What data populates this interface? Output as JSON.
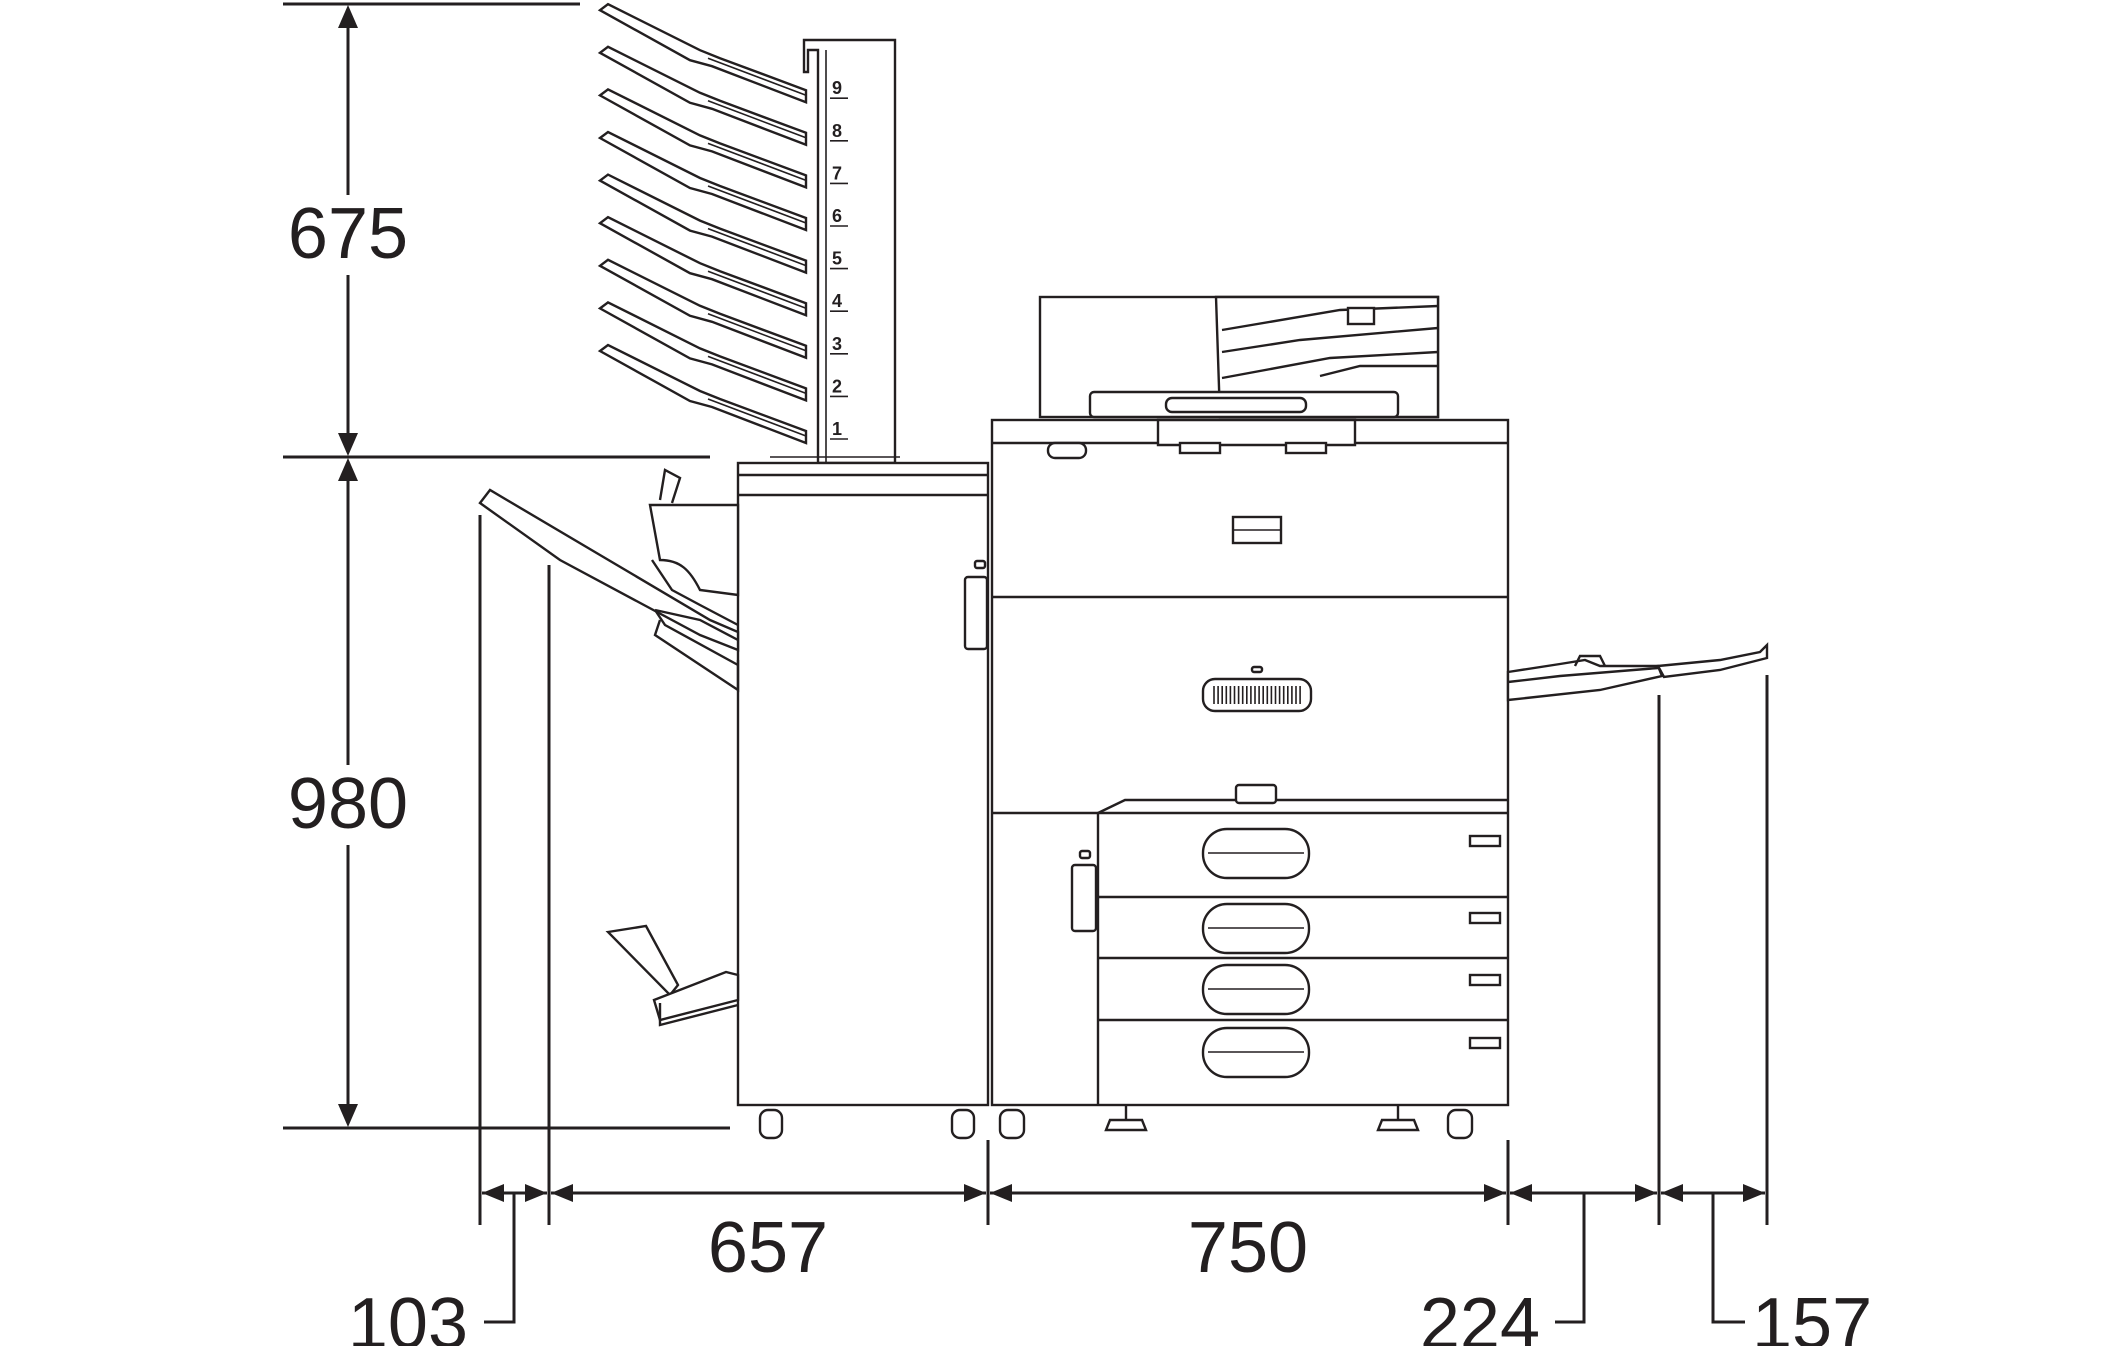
{
  "dimensions": {
    "height_top": "675",
    "height_main": "980",
    "width_finisher_tray": "103",
    "width_finisher": "657",
    "width_main": "750",
    "width_side_tray_1": "224",
    "width_side_tray_2": "157"
  },
  "mailbox_bins": [
    "1",
    "2",
    "3",
    "4",
    "5",
    "6",
    "7",
    "8",
    "9"
  ],
  "colors": {
    "line": "#231f20",
    "background": "#ffffff"
  }
}
